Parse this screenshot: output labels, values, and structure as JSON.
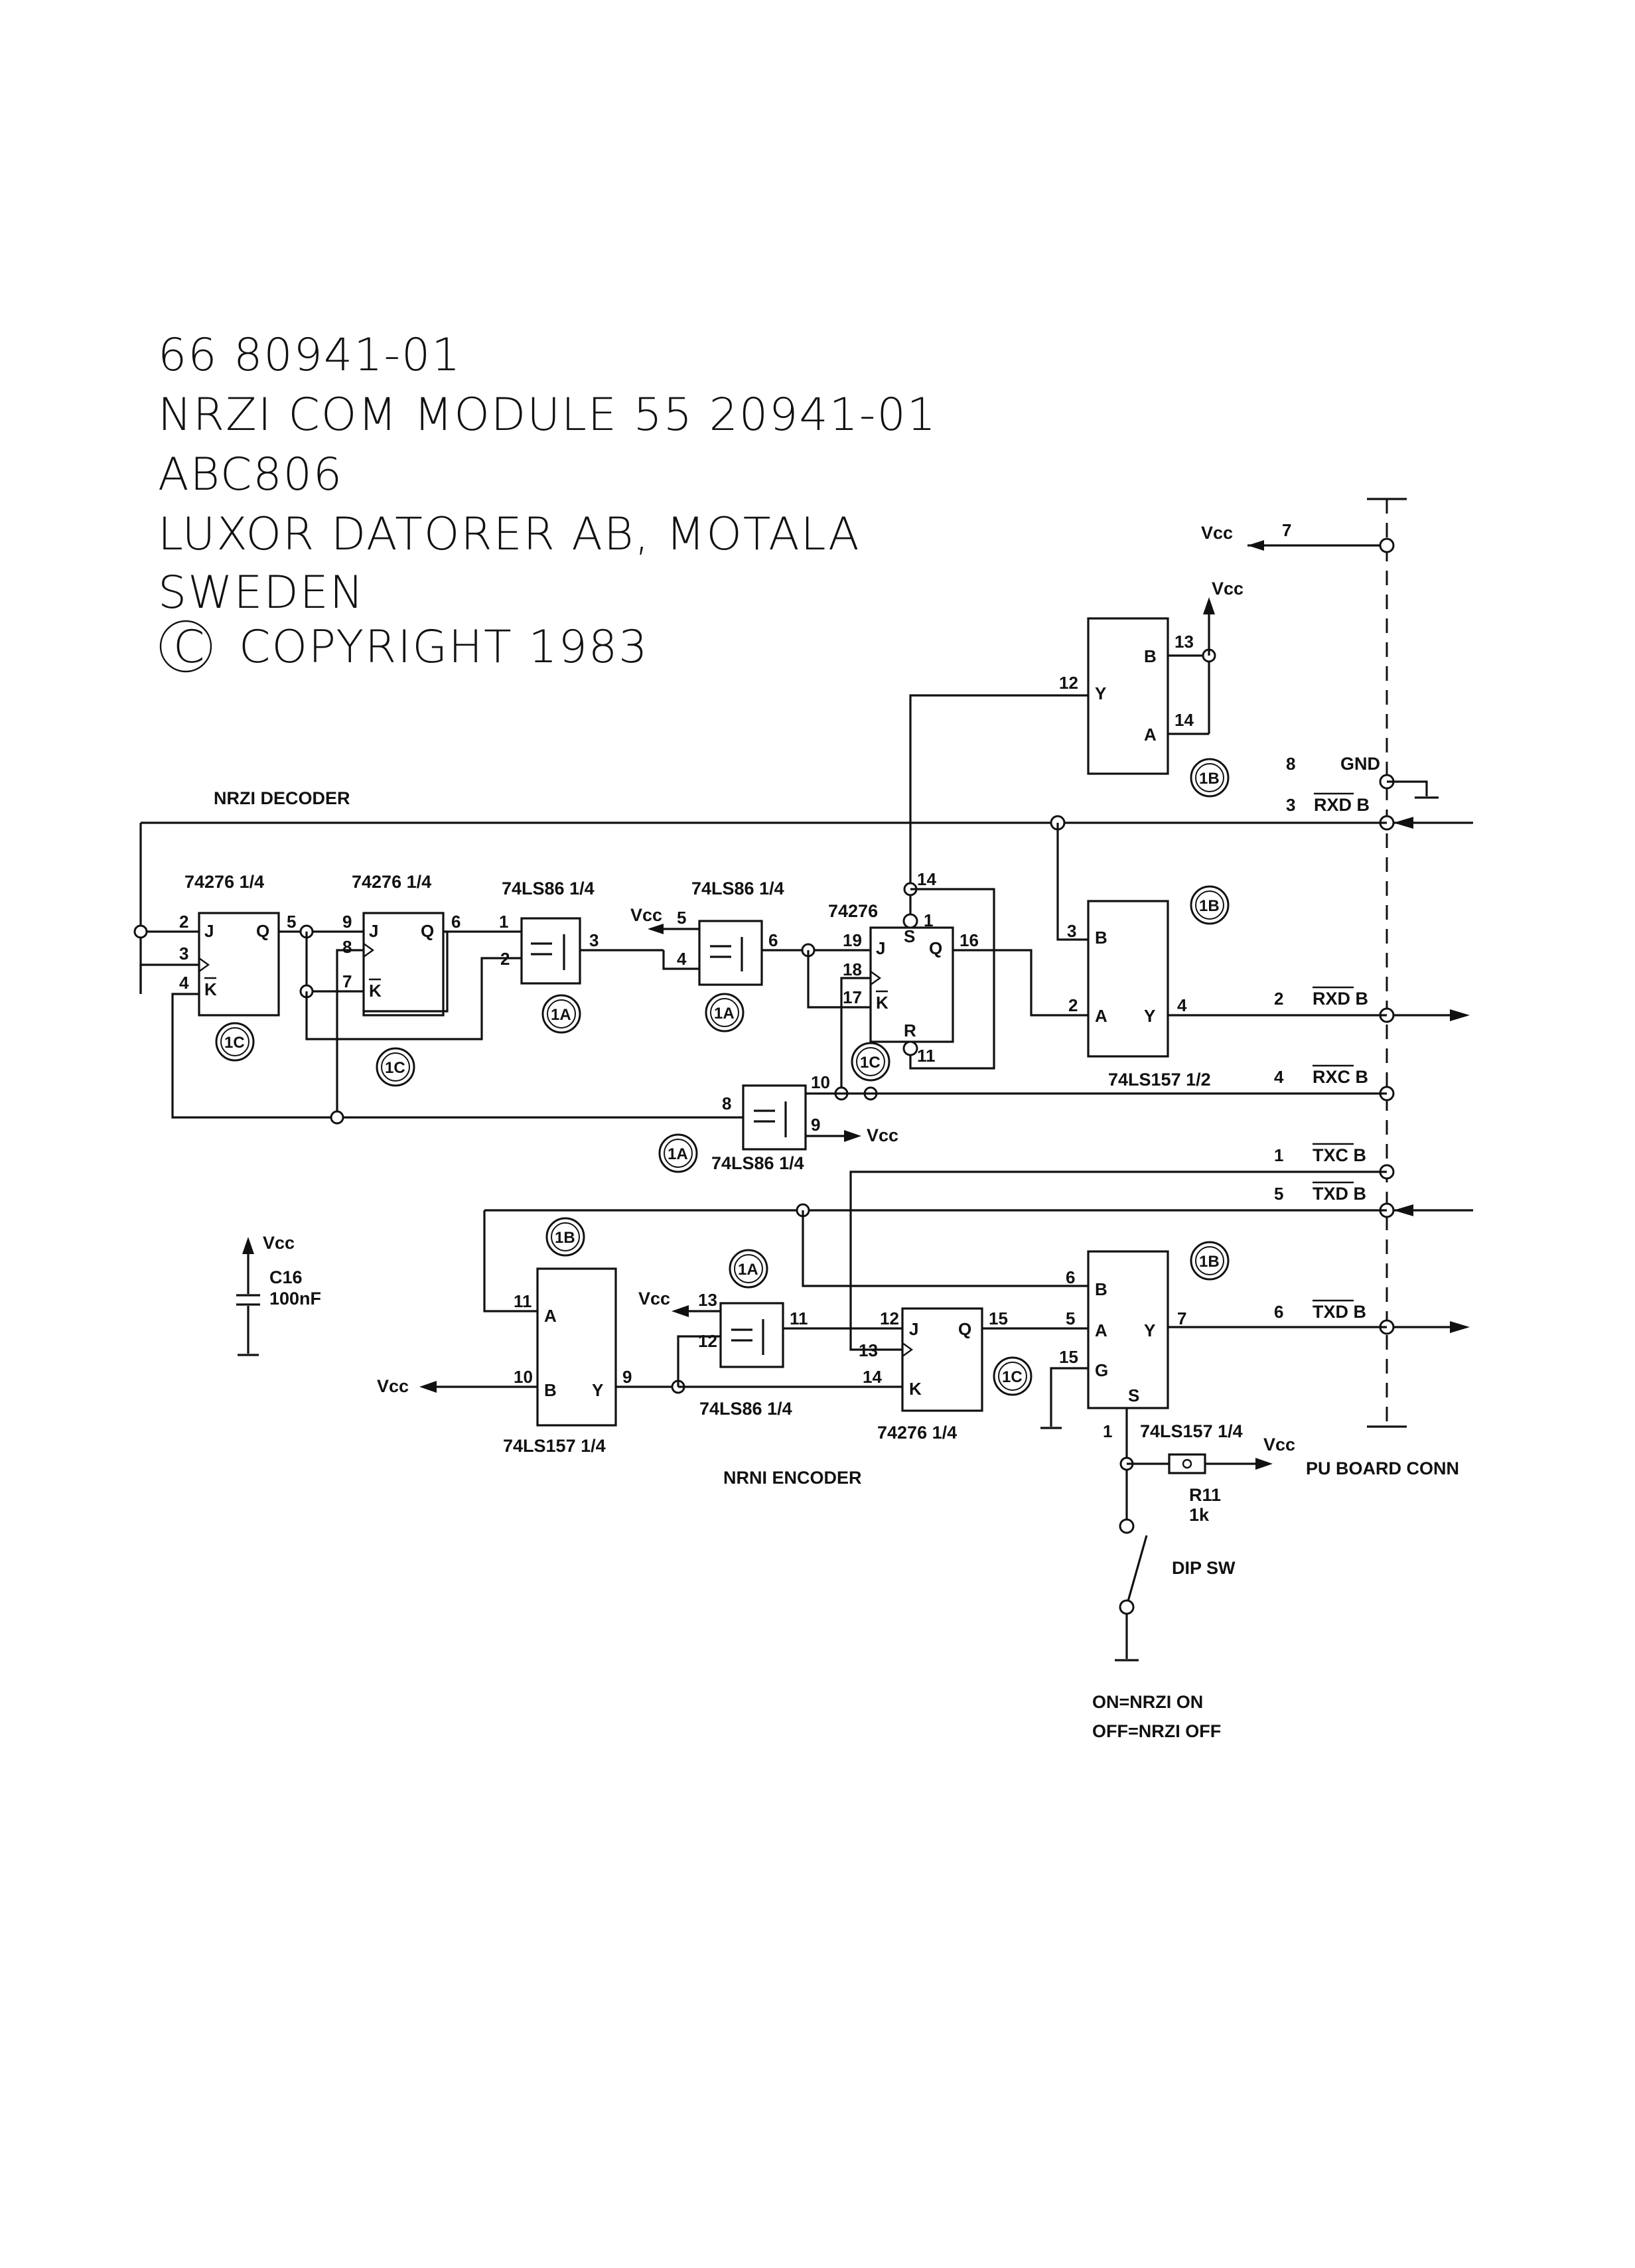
{
  "title_block": {
    "line1": "66 80941-01",
    "line2": "NRZI COM MODULE 55 20941-01",
    "line3": "ABC806",
    "line4": "LUXOR DATORER AB, MOTALA",
    "line5": "SWEDEN",
    "line6": "COPYRIGHT 1983",
    "copyright_symbol": "C"
  },
  "sections": {
    "decoder": "NRZI DECODER",
    "encoder": "NRNI ENCODER"
  },
  "parts": {
    "ff1": "74276 1/4",
    "ff2": "74276 1/4",
    "xor1": "74LS86 1/4",
    "xor2": "74LS86 1/4",
    "ff3": "74276",
    "xor3": "74LS86 1/4",
    "mux_rx": "74LS157 1/2",
    "mux_tx": "74LS157 1/4",
    "mux_enc": "74LS157 1/4",
    "xor_enc": "74LS86 1/4",
    "ff_enc": "74276 1/4"
  },
  "badges": {
    "1A": "1A",
    "1B": "1B",
    "1C": "1C"
  },
  "connector": {
    "label": "PU BOARD CONN",
    "pins": [
      {
        "num": "7",
        "name": "Vcc"
      },
      {
        "num": "8",
        "name": "GND"
      },
      {
        "num": "3",
        "name": "RXD B"
      },
      {
        "num": "2",
        "name": "RXD B"
      },
      {
        "num": "4",
        "name": "RXC B"
      },
      {
        "num": "1",
        "name": "TXC B"
      },
      {
        "num": "5",
        "name": "TXD B"
      },
      {
        "num": "6",
        "name": "TXD B"
      }
    ]
  },
  "power": {
    "vcc": "Vcc",
    "gnd": "GND"
  },
  "capacitor": {
    "ref": "C16",
    "value": "100nF"
  },
  "resistor": {
    "ref": "R11",
    "value": "1k"
  },
  "switch": {
    "label": "DIP SW",
    "on": "ON=NRZI ON",
    "off": "OFF=NRZI OFF"
  },
  "gate_pins": {
    "J": "J",
    "K": "K",
    "Q": "Q",
    "S": "S",
    "R": "R",
    "A": "A",
    "B": "B",
    "Y": "Y",
    "G": "G",
    "xor": "=1"
  }
}
